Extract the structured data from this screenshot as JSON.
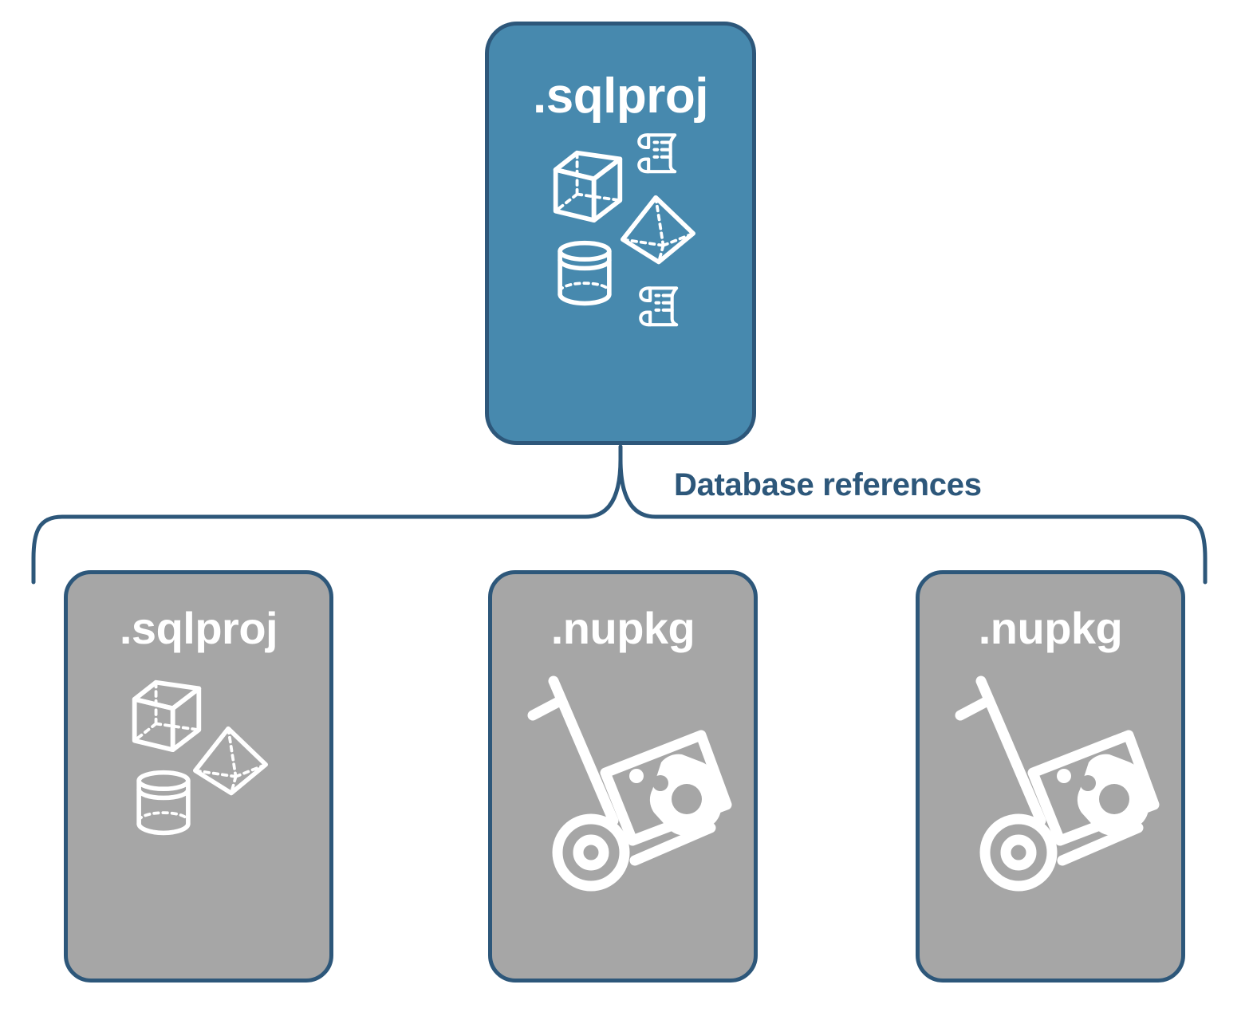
{
  "diagram": {
    "type": "hierarchy",
    "background_color": "#ffffff",
    "accent_color": "#4789ae",
    "outline_color": "#2d577a",
    "neutral_color": "#a6a6a6",
    "label_color": "#2d577a"
  },
  "root_node": {
    "title": ".sqlproj",
    "fill_color": "#4789ae",
    "text_color": "#ffffff",
    "icons": [
      "cube-wireframe-icon",
      "scroll-script-icon",
      "pyramid-wireframe-icon",
      "cylinder-wireframe-icon",
      "scroll-script-icon"
    ]
  },
  "connector": {
    "label": "Database references",
    "style": "curly-brace",
    "color": "#2d577a"
  },
  "child_nodes": [
    {
      "title": ".sqlproj",
      "fill_color": "#a6a6a6",
      "text_color": "#ffffff",
      "icons": [
        "cube-wireframe-icon",
        "pyramid-wireframe-icon",
        "cylinder-wireframe-icon"
      ]
    },
    {
      "title": ".nupkg",
      "fill_color": "#a6a6a6",
      "text_color": "#ffffff",
      "icons": [
        "hand-truck-package-icon"
      ]
    },
    {
      "title": ".nupkg",
      "fill_color": "#a6a6a6",
      "text_color": "#ffffff",
      "icons": [
        "hand-truck-package-icon"
      ]
    }
  ]
}
